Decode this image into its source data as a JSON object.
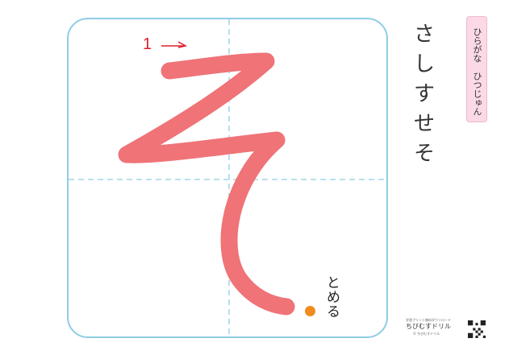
{
  "worksheet": {
    "stroke_number": "1",
    "stop_label": "とめる",
    "kana_sequence": [
      "さ",
      "し",
      "す",
      "せ",
      "そ"
    ],
    "current_kana_index": 4,
    "series_label": "ひらがな　ひつじゅん",
    "footer_note": "学習プリント無料ダウンロード",
    "footer_brand": "ちびむすドリル",
    "footer_copy": "© ちびむすドリル"
  },
  "colors": {
    "frame": "#8ecde6",
    "guide": "#8ecde6",
    "stroke": "#ef7377",
    "stroke_number": "#e0202a",
    "stop_dot": "#f08c1e",
    "current_kana_highlight": "#fcd77f",
    "series_tab": "#fbd9e6"
  },
  "icons": {
    "direction_arrow": "right-arrow-icon",
    "stop_point": "dot-icon",
    "qr": "qr-code-icon"
  }
}
